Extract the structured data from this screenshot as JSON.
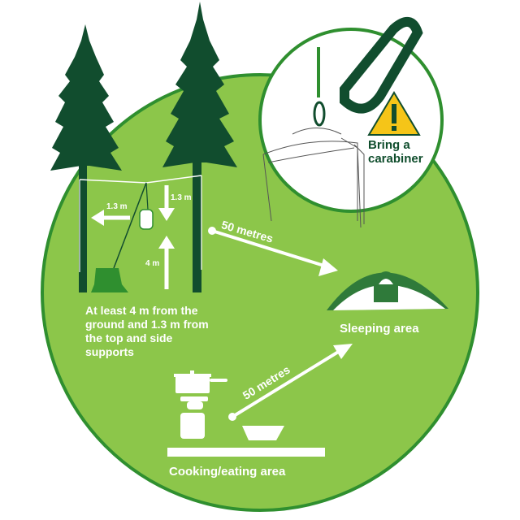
{
  "colors": {
    "field_green": "#8cc64a",
    "border_green": "#2f8f2f",
    "tree_dark": "#114d2e",
    "warning_yellow": "#f5c518",
    "white": "#ffffff"
  },
  "hang_diagram": {
    "side_clearance": "1.3 m",
    "top_clearance": "1.3 m",
    "ground_height": "4 m",
    "note": "At least 4 m from the ground and 1.3 m from the top and side supports"
  },
  "inset": {
    "warning_icon": "warning-triangle",
    "carabiner_icon": "carabiner",
    "text": "Bring a carabiner"
  },
  "distances": {
    "food_to_tent": "50 metres",
    "cooking_to_tent": "50 metres"
  },
  "areas": {
    "sleeping": "Sleeping area",
    "cooking": "Cooking/eating area"
  }
}
